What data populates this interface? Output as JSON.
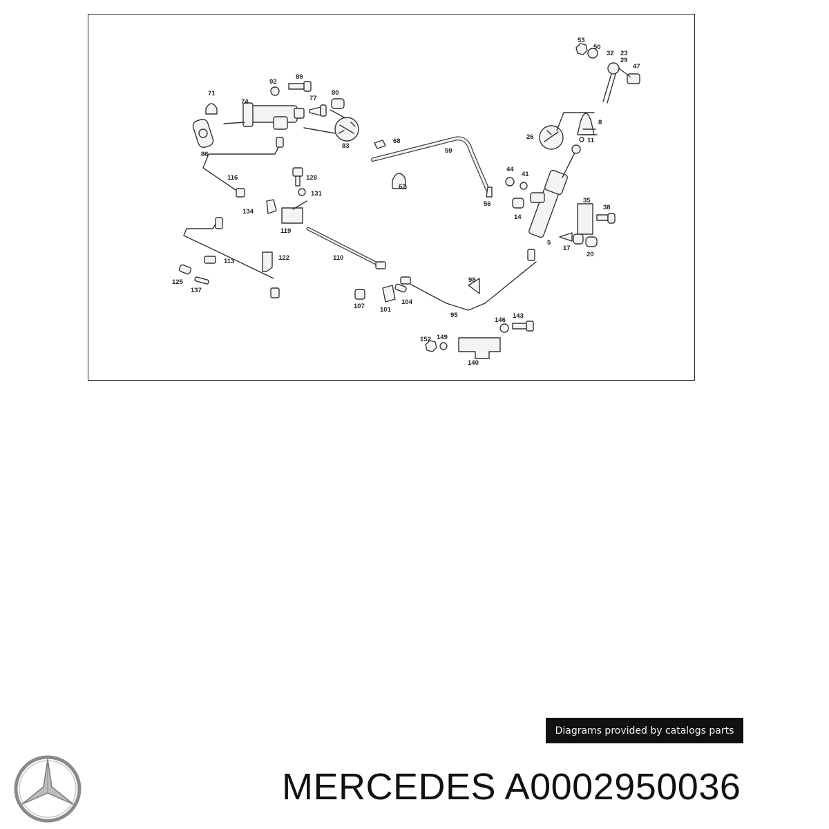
{
  "diagram": {
    "labels": [
      "53",
      "50",
      "32",
      "23",
      "29",
      "47",
      "71",
      "92",
      "89",
      "74",
      "77",
      "80",
      "86",
      "83",
      "8",
      "26",
      "11",
      "68",
      "59",
      "116",
      "128",
      "131",
      "62",
      "44",
      "41",
      "56",
      "14",
      "35",
      "38",
      "134",
      "119",
      "17",
      "20",
      "5",
      "113",
      "122",
      "110",
      "125",
      "137",
      "98",
      "107",
      "101",
      "104",
      "95",
      "146",
      "143",
      "152",
      "149",
      "140"
    ]
  },
  "credit": "Diagrams provided by catalogs parts",
  "caption": "MERCEDES A0002950036",
  "colors": {
    "frame": "#222222",
    "badge_bg": "#111111",
    "badge_text": "#f2f2f2",
    "logo": "#8a8a8a"
  },
  "logo_icon": "three-pointed-star-icon"
}
